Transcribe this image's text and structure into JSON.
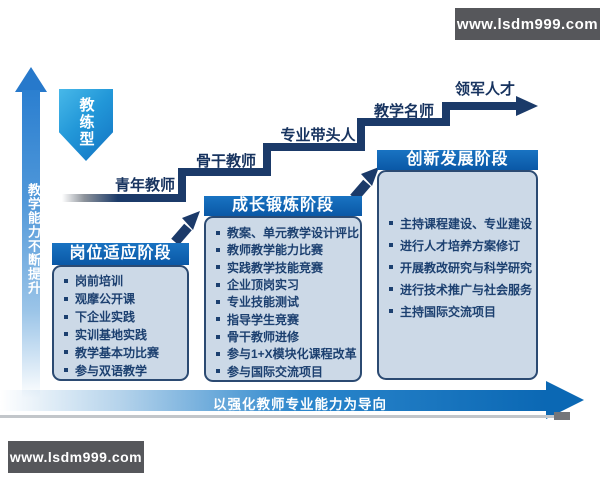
{
  "watermarks": {
    "top": "www.lsdm999.com",
    "bottom": "www.lsdm999.com"
  },
  "badge": {
    "label": "教练型"
  },
  "axis": {
    "label": "教学能力不断提升"
  },
  "bottom_arrow": {
    "label": "以强化教师专业能力为导向"
  },
  "stairs": {
    "levels": [
      "青年教师",
      "骨干教师",
      "专业带头人",
      "教学名师",
      "领军人才"
    ]
  },
  "stages": [
    {
      "title": "岗位适应阶段",
      "items": [
        "岗前培训",
        "观摩公开课",
        "下企业实践",
        "实训基地实践",
        "教学基本功比赛",
        "参与双语教学"
      ]
    },
    {
      "title": "成长锻炼阶段",
      "items": [
        "教案、单元教学设计评比",
        "教师教学能力比赛",
        "实践教学技能竞赛",
        "企业顶岗实习",
        "专业技能测试",
        "指导学生竞赛",
        "骨干教师进修",
        "参与1+X模块化课程改革",
        "参与国际交流项目"
      ]
    },
    {
      "title": "创新发展阶段",
      "items": [
        "主持课程建设、专业建设",
        "进行人才培养方案修订",
        "开展教改研究与科学研究",
        "进行技术推广与社会服务",
        "主持国际交流项目"
      ]
    }
  ],
  "colors": {
    "stair_navy": "#1b3a69",
    "header_blue": "#0d63b0",
    "box_fill": "#ccd9e7",
    "accent_blue": "#1478c6",
    "watermark_gray": "#56575b"
  }
}
